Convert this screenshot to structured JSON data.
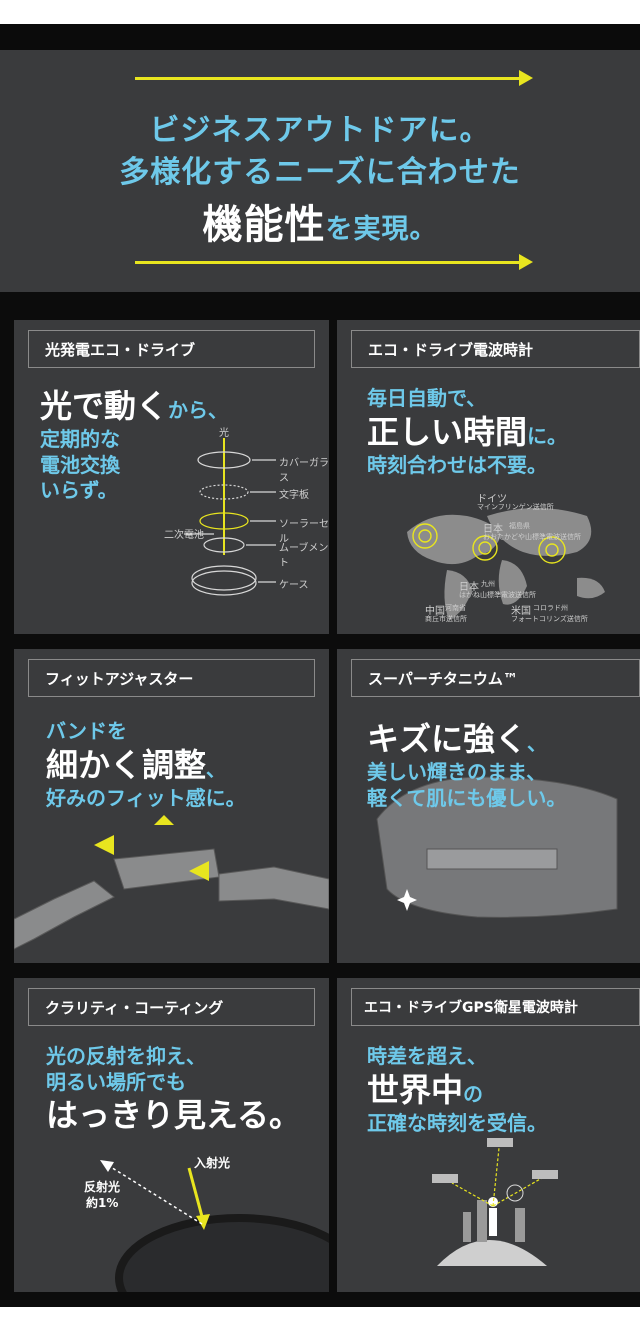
{
  "hero": {
    "line1": "ビジネスアウトドアに。",
    "line2": "多様化するニーズに合わせた",
    "line3_big": "機能性",
    "line3_rest": "を実現。"
  },
  "panels": [
    {
      "title": "光発電エコ・ドライブ",
      "h1": "光で動く",
      "h1b": "から、",
      "l2": "定期的な",
      "l3": "電池交換",
      "l4": "いらず。",
      "diagram": {
        "light": "光",
        "cover": "カバーガラス",
        "dial": "文字板",
        "solar": "ソーラーセル",
        "battery": "二次電池",
        "movement": "ムーブメント",
        "case": "ケース"
      }
    },
    {
      "title": "エコ・ドライブ電波時計",
      "l1": "毎日自動で、",
      "h2": "正しい時間",
      "h2b": "に。",
      "l3": "時刻合わせは不要。",
      "map": {
        "germany": "ドイツ",
        "germany_sub": "マインフリンゲン送信所",
        "japan1": "日本",
        "japan1_sub": "福島県",
        "japan1_sub2": "おおたかどや山標準電波送信所",
        "japan2": "日本",
        "japan2_sub": "九州",
        "japan2_sub2": "はがね山標準電波送信所",
        "china": "中国",
        "china_sub": "河南省",
        "china_sub2": "商丘市送信所",
        "usa": "米国",
        "usa_sub": "コロラド州",
        "usa_sub2": "フォートコリンズ送信所"
      }
    },
    {
      "title": "フィットアジャスター",
      "l1": "バンドを",
      "h2": "細かく調整",
      "h2b": "、",
      "l3": "好みのフィット感に。"
    },
    {
      "title": "スーパーチタニウム™",
      "h1": "キズに強く",
      "h1b": "、",
      "l2": "美しい輝きのまま、",
      "l3": "軽くて肌にも優しい。"
    },
    {
      "title": "クラリティ・コーティング",
      "l1": "光の反射を抑え、",
      "l2": "明るい場所でも",
      "h3": "はっきり見える。",
      "incident": "入射光",
      "reflect": "反射光",
      "reflect_val": "約1%"
    },
    {
      "title": "エコ・ドライブGPS衛星電波時計",
      "l1": "時差を超え、",
      "h2": "世界中",
      "h2b": "の",
      "l3": "正確な時刻を受信。"
    }
  ],
  "colors": {
    "accent_blue": "#6ec9ea",
    "arrow_yellow": "#e8e51f",
    "panel_bg": "#3a3b3d",
    "hero_bg": "#3a3b3d"
  }
}
